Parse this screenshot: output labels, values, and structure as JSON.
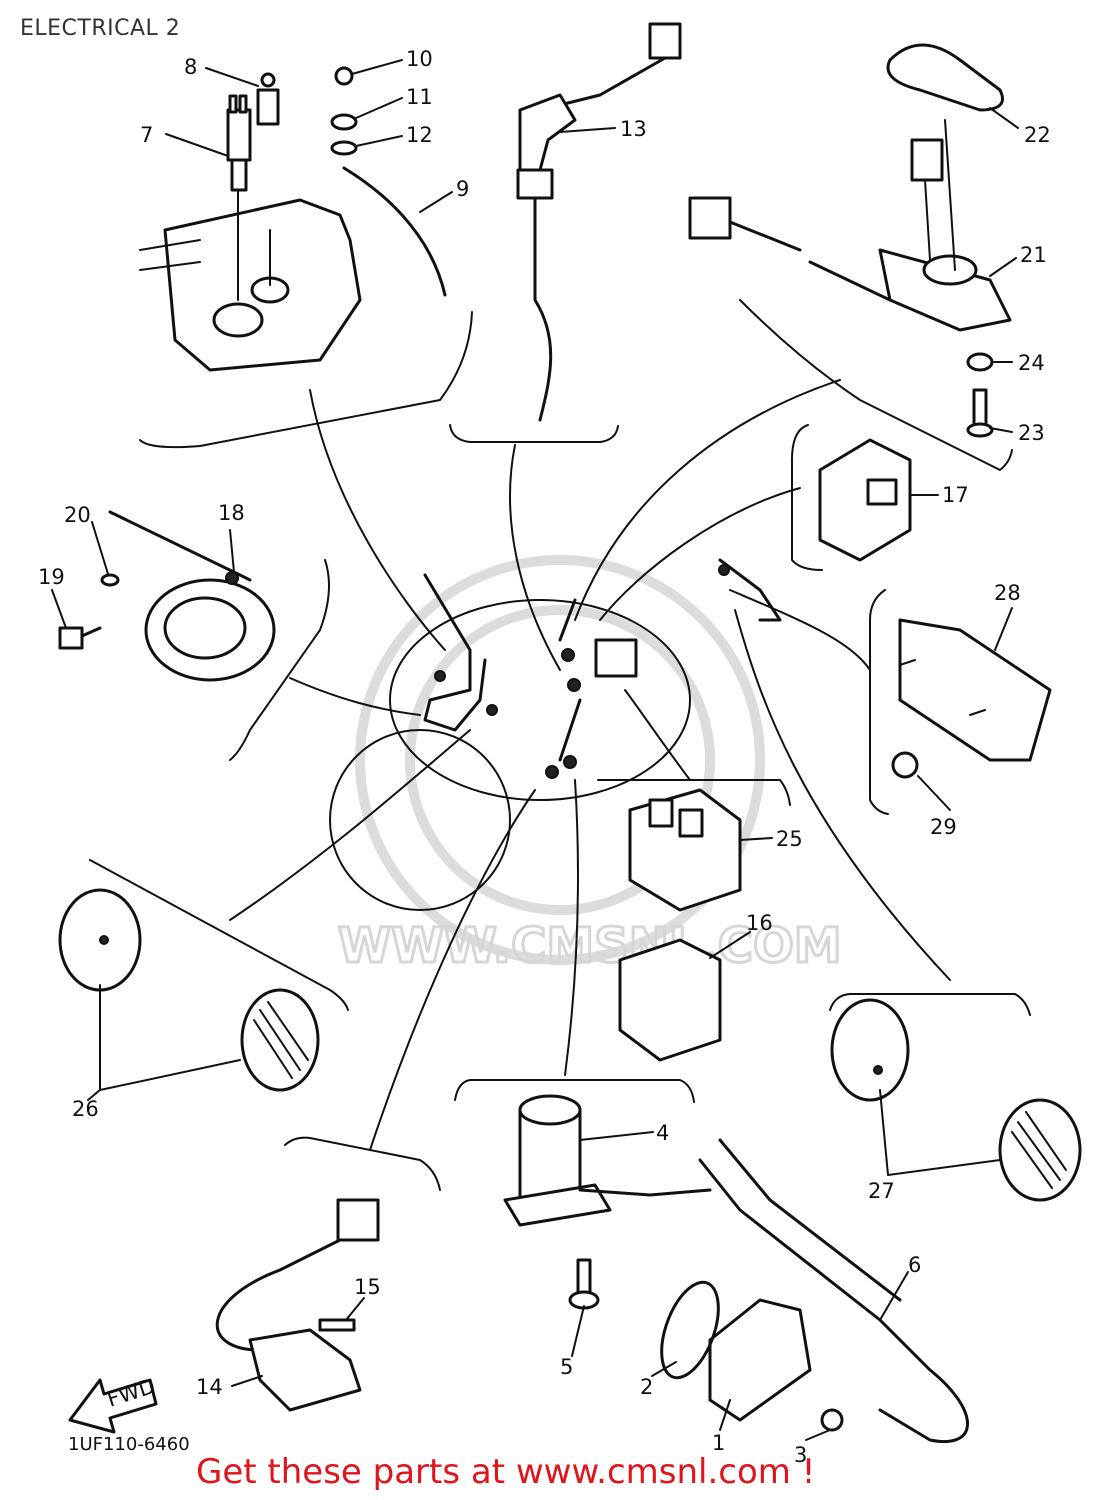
{
  "page_title": "ELECTRICAL 2",
  "footer_cta": "Get these parts at www.cmsnl.com !",
  "part_code": "1UF110-6460",
  "watermark_url": "WWW.CMSNL.COM",
  "fwd_label": "FWD",
  "callouts": [
    "1",
    "2",
    "3",
    "4",
    "5",
    "6",
    "7",
    "8",
    "9",
    "10",
    "11",
    "12",
    "13",
    "14",
    "15",
    "16",
    "17",
    "18",
    "19",
    "20",
    "21",
    "22",
    "23",
    "24",
    "25",
    "26",
    "27",
    "28",
    "29"
  ],
  "colors": {
    "cta": "#e0141b",
    "line": "#111111",
    "watermark": "#dcdcdc"
  }
}
